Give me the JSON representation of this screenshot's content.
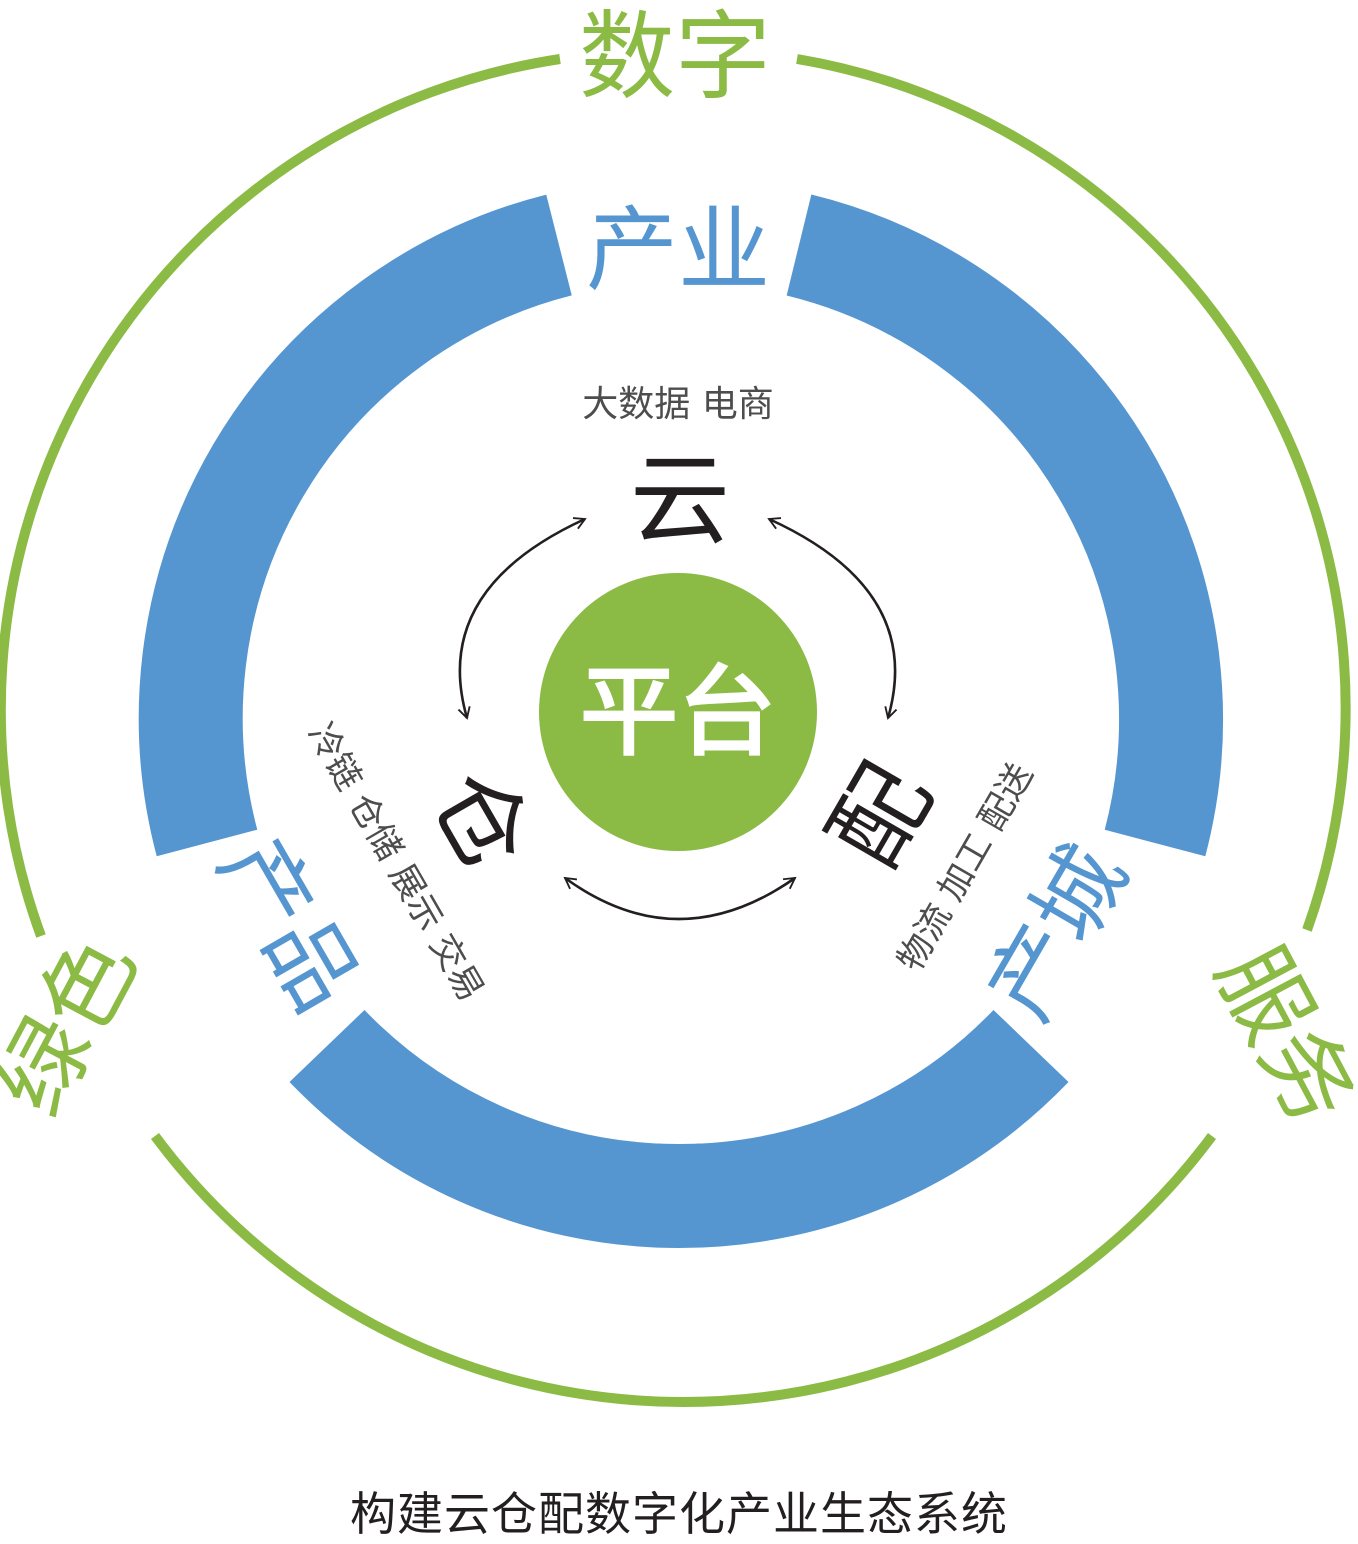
{
  "colors": {
    "outer_ring": "#8bbb45",
    "inner_ring": "#5596d1",
    "center_fill": "#8bbb45",
    "text_dark": "#231f20",
    "text_gray": "#4d4d4d",
    "arrow": "#231f20"
  },
  "outer_ring_labels": {
    "top": "数字",
    "left": "绿色",
    "right": "服务"
  },
  "inner_ring_labels": {
    "top": "产业",
    "left": "产品",
    "right": "产城"
  },
  "center": {
    "label": "平台"
  },
  "nodes": {
    "cloud": {
      "label": "云",
      "caption": "大数据 电商"
    },
    "warehouse": {
      "label": "仓",
      "caption": "冷链 仓储 展示 交易"
    },
    "delivery": {
      "label": "配",
      "caption": "物流 加工 配送"
    }
  },
  "caption": "构建云仓配数字化产业生态系统"
}
